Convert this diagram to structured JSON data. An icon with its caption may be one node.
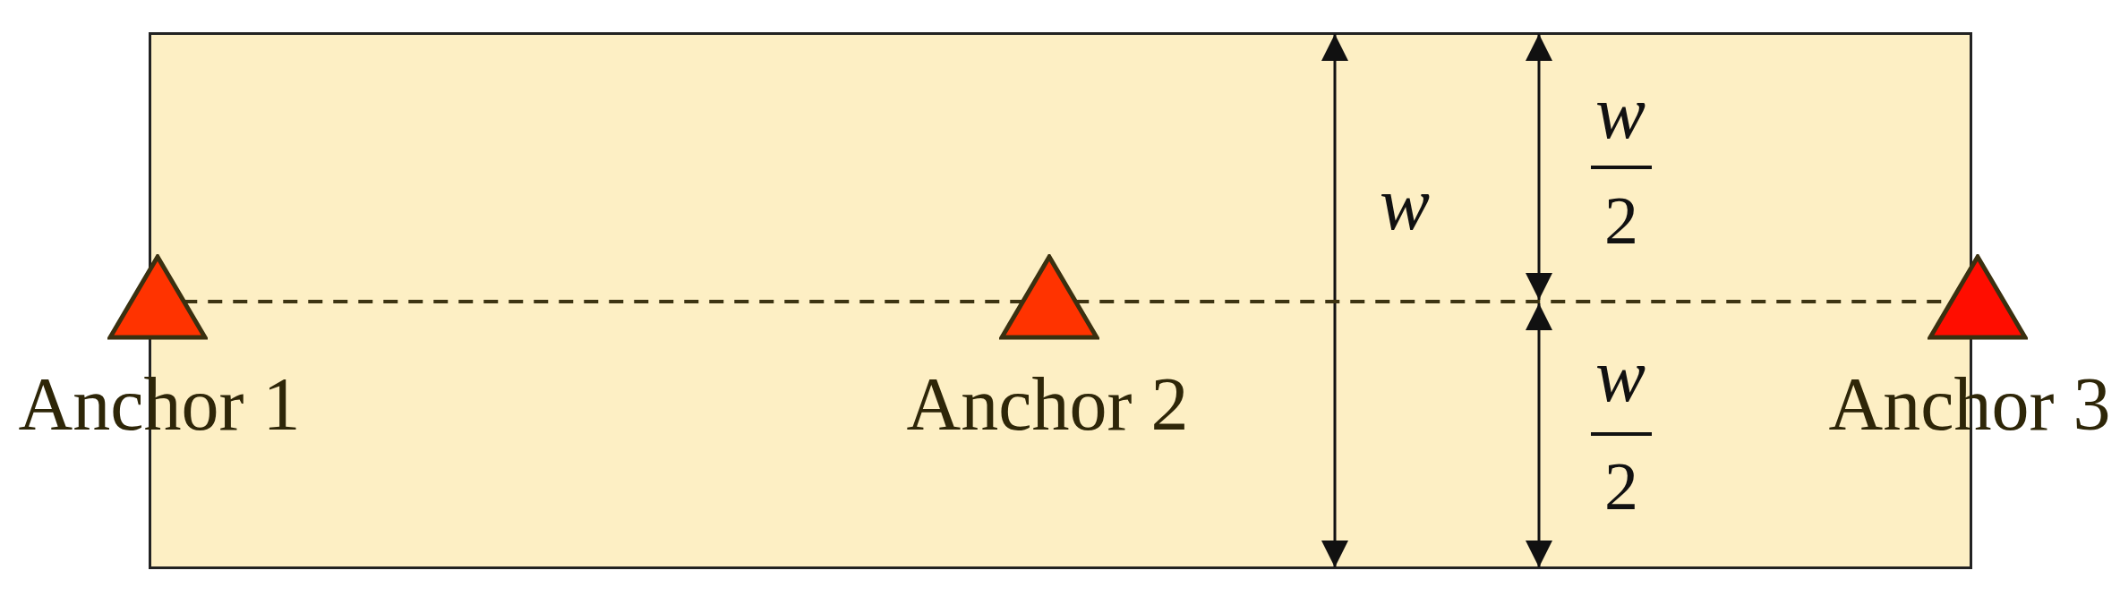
{
  "diagram": {
    "nodes": [
      {
        "text": [],
        "shape": "triangle",
        "beside": [
          "Anchor 1"
        ]
      },
      {
        "text": [],
        "shape": "triangle",
        "beside": [
          "Anchor 2"
        ]
      },
      {
        "text": [],
        "shape": "triangle",
        "beside": [
          "Anchor 3"
        ]
      }
    ],
    "edges": [
      {
        "from": 0,
        "to": 1,
        "arrow": "none",
        "style": "dashed"
      },
      {
        "from": 1,
        "to": 2,
        "arrow": "none",
        "style": "dashed"
      }
    ],
    "labels": [
      "w",
      "w",
      "2",
      "w",
      "2"
    ]
  }
}
